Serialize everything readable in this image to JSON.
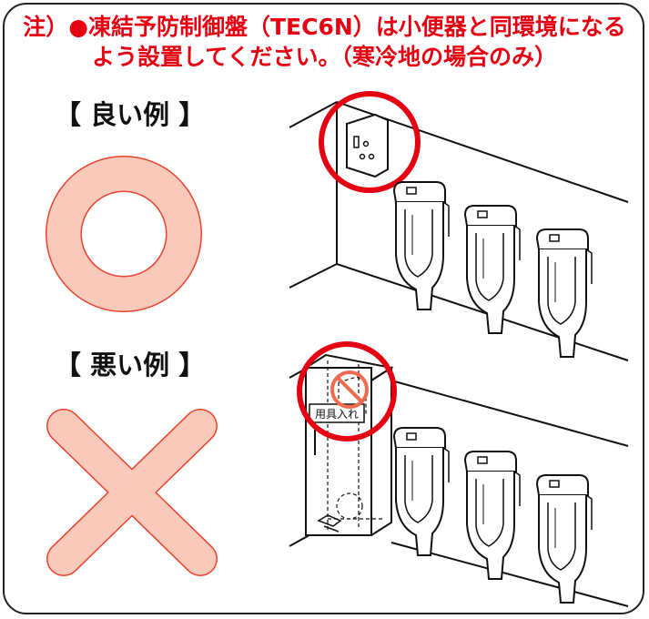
{
  "note": {
    "line1": "注）●凍結予防制御盤（TEC6N）は小便器と同環境になる",
    "line2": "よう設置してください。（寒冷地の場合のみ）"
  },
  "good": {
    "heading": "【 良い例 】",
    "symbol": "circle-mark"
  },
  "bad": {
    "heading": "【 悪い例 】",
    "symbol": "cross-mark",
    "cabinet_label": "用具入れ"
  },
  "colors": {
    "accent_red": "#e50012",
    "mark_fill": "#f9c9bc",
    "mark_stroke": "#e8412c"
  }
}
